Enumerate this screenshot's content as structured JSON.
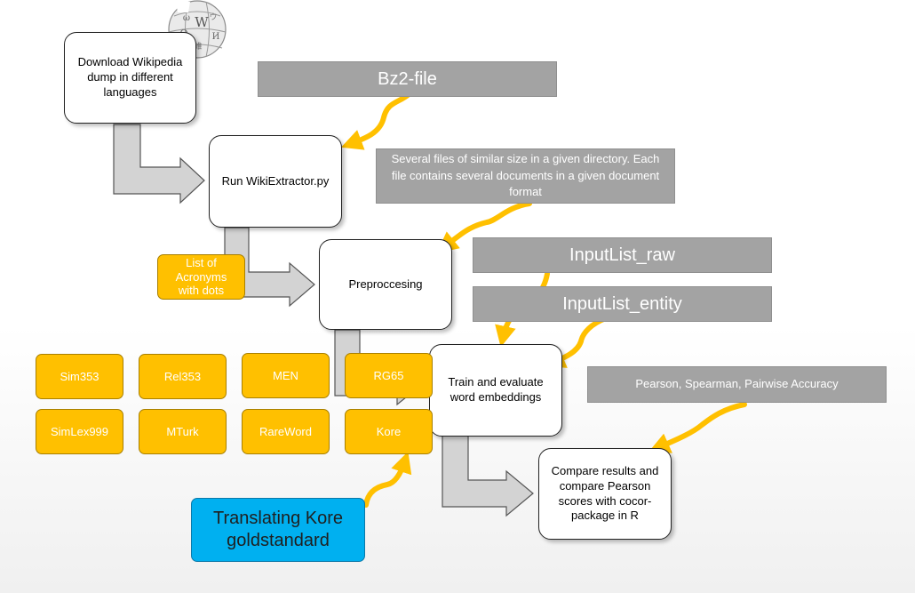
{
  "wikipedia_logo": {
    "icon": "wikipedia-globe-icon",
    "glyphs": [
      "W",
      "Ω",
      "ω",
      "И",
      "維",
      "ウ"
    ]
  },
  "process_boxes": {
    "download": "Download Wikipedia dump in different languages",
    "wikiextractor": "Run WikiExtractor.py",
    "preprocessing": "Preproccesing",
    "train": "Train and evaluate word embeddings",
    "compare": "Compare results and compare Pearson scores with cocor-package in R"
  },
  "output_labels": {
    "bz2": "Bz2-file",
    "several_files": "Several files of similar size in a given directory. Each file contains several documents in a given document format",
    "inputlist_raw": "InputList_raw",
    "inputlist_entity": "InputList_entity",
    "metrics": "Pearson, Spearman, Pairwise Accuracy"
  },
  "acronyms_box": "List of Acronyms with dots",
  "datasets": {
    "row1": [
      "Sim353",
      "Rel353",
      "MEN",
      "RG65"
    ],
    "row2": [
      "SimLex999",
      "MTurk",
      "RareWord",
      "Kore"
    ]
  },
  "translating_box": "Translating Kore goldstandard",
  "colors": {
    "flow_arrow_fill": "#d3d3d3",
    "flow_arrow_stroke": "#555555",
    "curved_arrow": "#ffc000",
    "gold_box": "#ffc000",
    "grey_label": "#a3a3a3",
    "blue_box": "#00b0f0"
  }
}
